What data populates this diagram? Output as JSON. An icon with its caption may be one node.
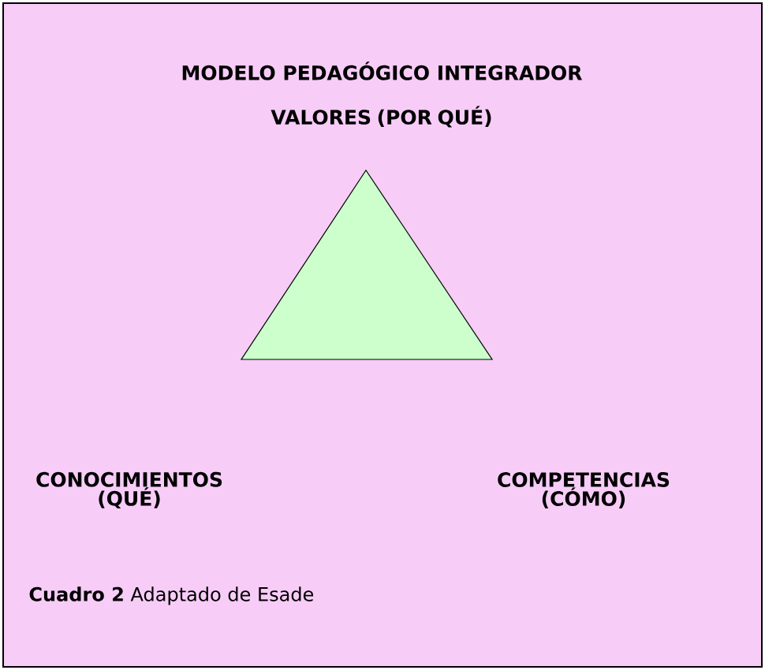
{
  "diagram": {
    "title": "MODELO PEDAGÓGICO INTEGRADOR",
    "nodes": [
      {
        "text": [],
        "shape": "triangle",
        "beside": [
          "VALORES (POR QUÉ)"
        ]
      }
    ],
    "labels": [
      "CONOCIMIENTOS (QUÉ)",
      "COMPETENCIAS (CÓMO)"
    ],
    "caption": "**Cuadro 2** Adaptado de Esade"
  }
}
